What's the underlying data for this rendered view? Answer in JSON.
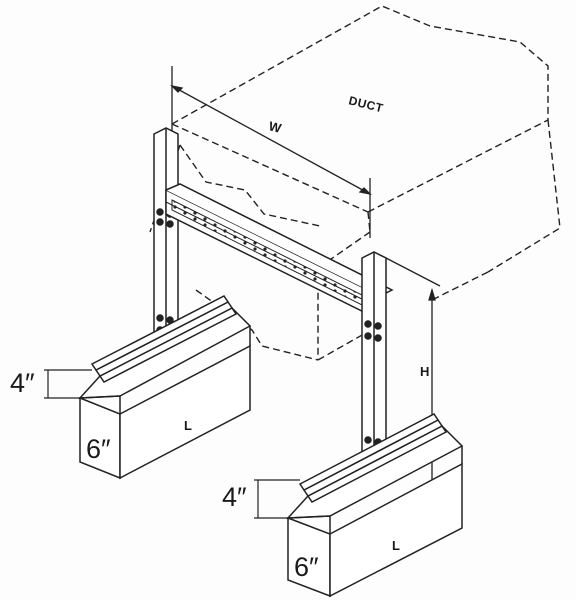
{
  "labels": {
    "duct": "DUCT",
    "width": "W",
    "height": "H",
    "length_left": "L",
    "length_right": "L",
    "base_height_left": "4″",
    "base_width_left": "6″",
    "base_height_right": "4″",
    "base_width_right": "6″"
  }
}
